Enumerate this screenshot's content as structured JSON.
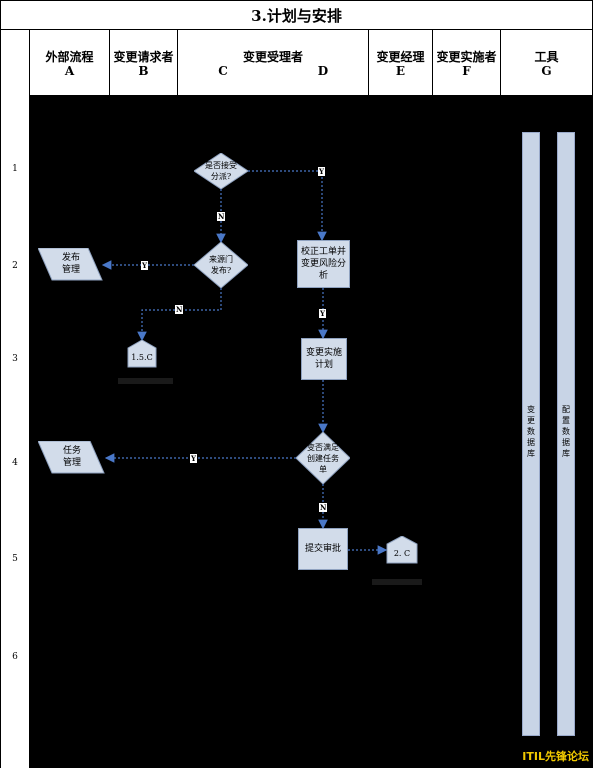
{
  "title": "3.计划与安排",
  "columns": [
    {
      "name": "外部流程",
      "letter": "A"
    },
    {
      "name": "变更请求者",
      "letter": "B"
    },
    {
      "name": "变更受理者",
      "letter": "C",
      "letter2": "D"
    },
    {
      "name": "变更经理",
      "letter": "E"
    },
    {
      "name": "变更实施者",
      "letter": "F"
    },
    {
      "name": "工具",
      "letter": "G"
    }
  ],
  "rows": [
    "1",
    "2",
    "3",
    "4",
    "5",
    "6"
  ],
  "nodes": {
    "d1": "是否接受\n分派?",
    "d2": "来源门\n发布?",
    "d3": "变否满足\n创建任务\n单",
    "p1": "校正工单并\n变更风险分\n析",
    "p2": "变更实施\n计划",
    "p3": "提交审批",
    "ext1": "发布\n管理",
    "ext2": "任务\n管理",
    "off1": "1.5.C",
    "off2": "2. C"
  },
  "edge_labels": {
    "y": "Y",
    "n": "N"
  },
  "tools": {
    "t1": "变更数据库",
    "t2": "配置数据库"
  },
  "footer": "ITIL先锋论坛"
}
